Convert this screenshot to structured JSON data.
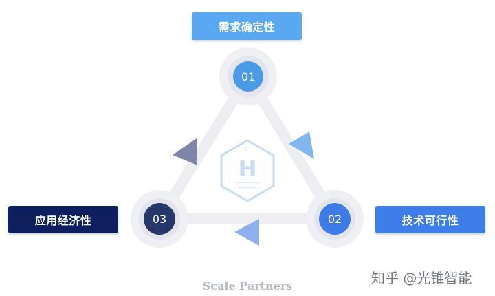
{
  "diagram": {
    "labels": {
      "top": "需求确定性",
      "left": "应用经济性",
      "right": "技术可行性"
    },
    "nodes": {
      "n01": "01",
      "n02": "02",
      "n03": "03"
    },
    "emblem": {
      "number": "1",
      "symbol": "H"
    },
    "colors": {
      "top_label": "#5aa7f2",
      "left_label": "#0e1f5e",
      "right_label": "#3d7ee8",
      "node_01": "#4a9ae6",
      "node_02": "#3f7be6",
      "node_03": "#28376a",
      "triangle": "#eceef2",
      "emblem": "#c8dcf6"
    }
  },
  "brand_text": "Scale Partners",
  "watermark": "知乎 @光锥智能"
}
